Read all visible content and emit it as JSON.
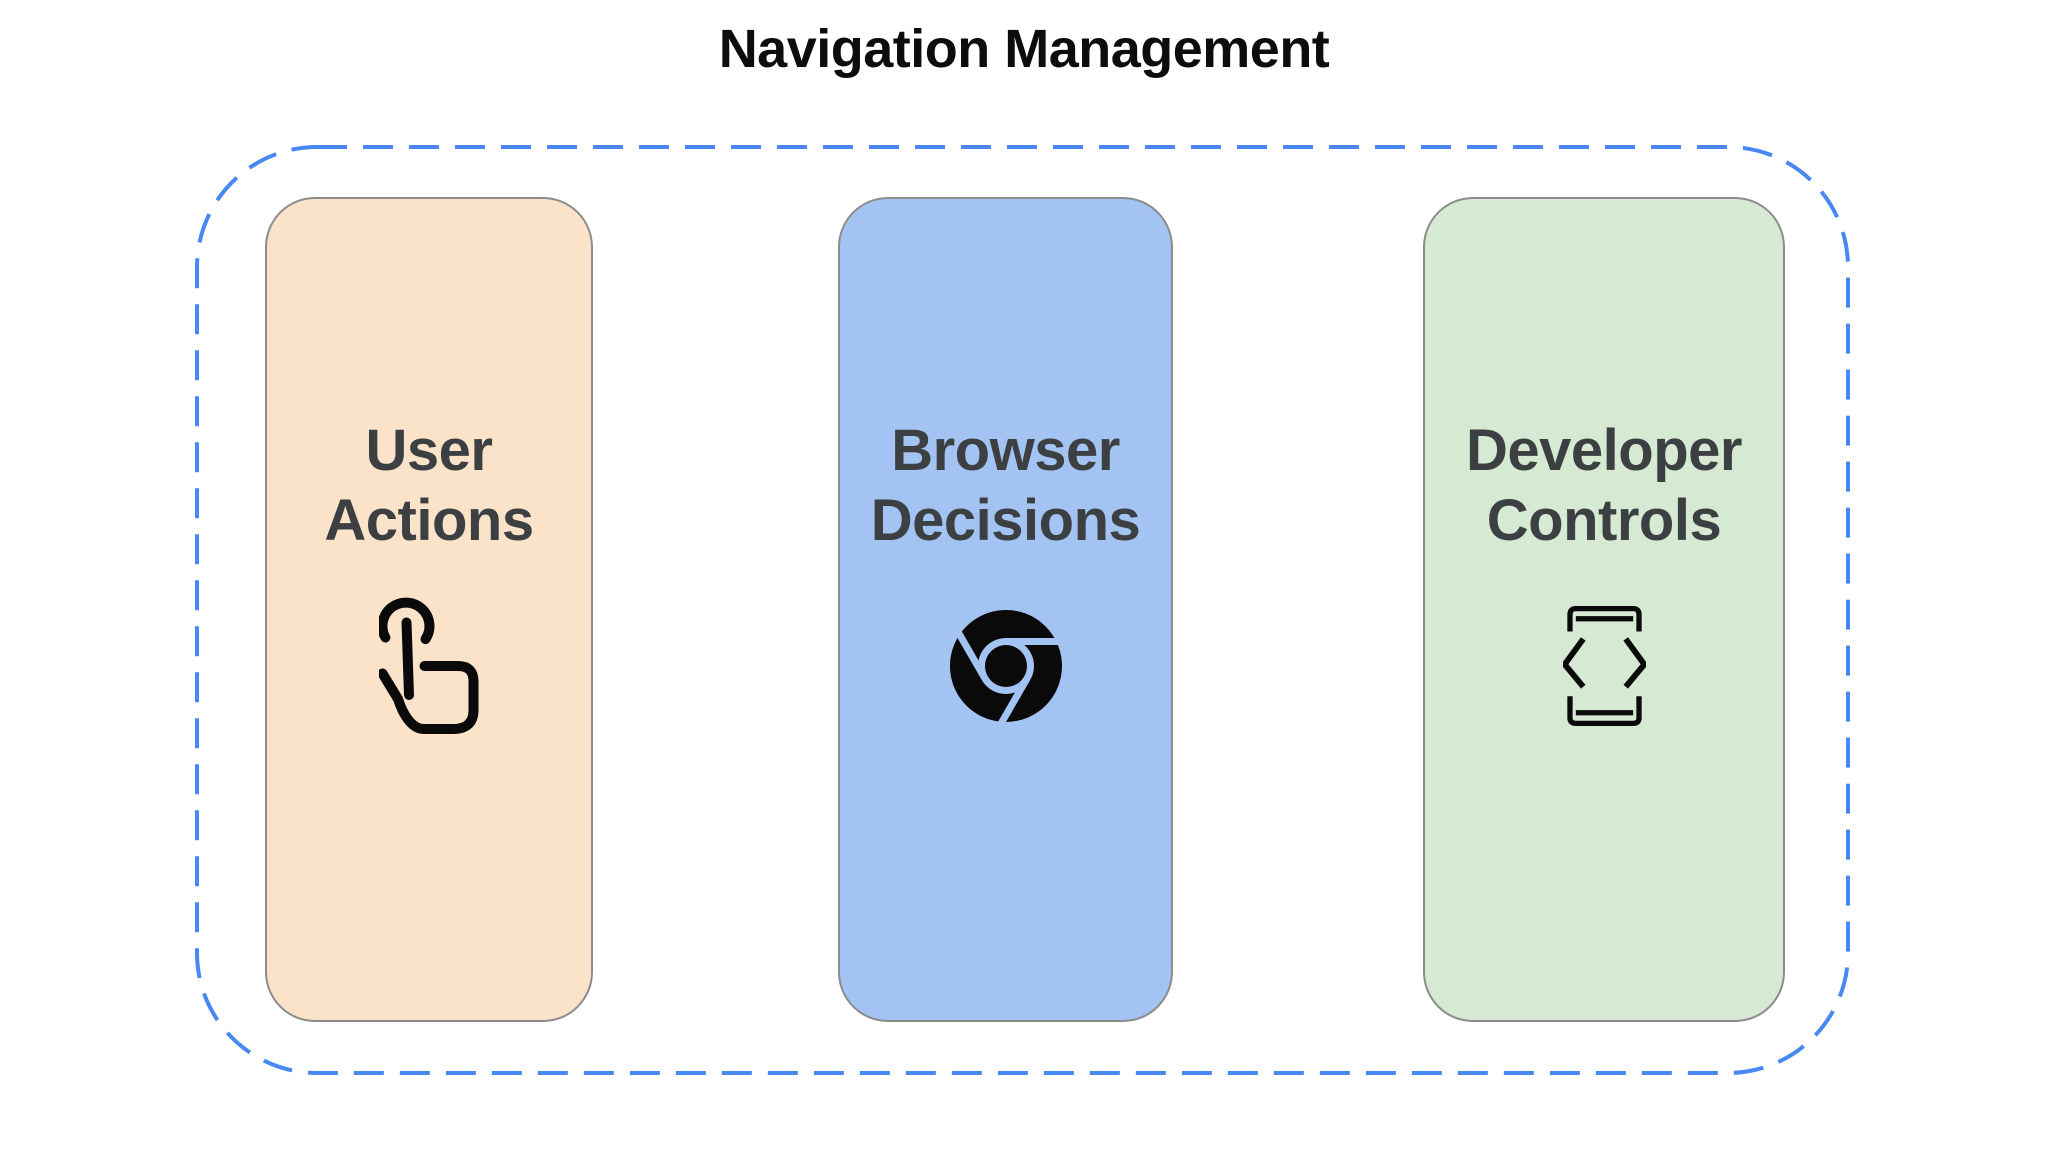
{
  "page_title": "Navigation Management",
  "diagram": {
    "outline_color": "#4788f4",
    "card_border_color": "#8c8c8c",
    "title_color": "#0d0d0d",
    "card_text_color": "#3c4043",
    "icon_color": "#0a0a0a",
    "background_color": "#ffffff",
    "cards": [
      {
        "id": "user-actions",
        "lines": [
          "User",
          "Actions"
        ],
        "label": "User Actions",
        "bg_color": "#fbe3ca",
        "icon": "swipe-down-gesture-icon"
      },
      {
        "id": "browser-decisions",
        "lines": [
          "Browser",
          "Decisions"
        ],
        "label": "Browser Decisions",
        "bg_color": "#a3c3f2",
        "icon": "chrome-browser-icon"
      },
      {
        "id": "developer-controls",
        "lines": [
          "Developer",
          "Controls"
        ],
        "label": "Developer Controls",
        "bg_color": "#d6e9d2",
        "icon": "developer-mode-icon"
      }
    ]
  }
}
